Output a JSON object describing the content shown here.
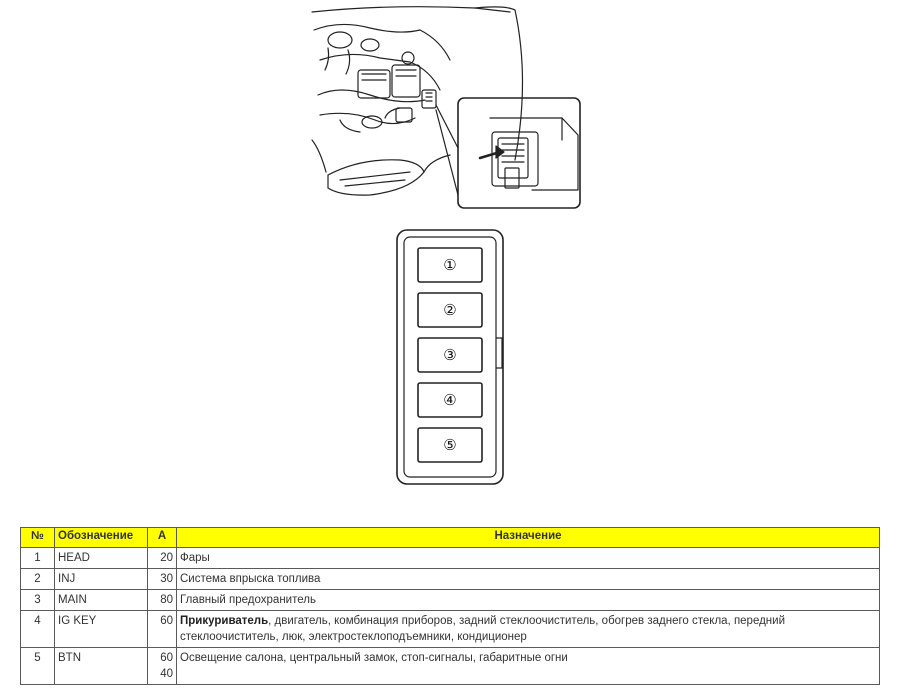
{
  "fuse_box": {
    "slots": [
      "①",
      "②",
      "③",
      "④",
      "⑤"
    ]
  },
  "table": {
    "headers": {
      "num": "№",
      "code": "Обозначение",
      "amp": "A",
      "desc": "Назначение"
    },
    "rows": [
      {
        "num": "1",
        "code": "HEAD",
        "amp": "20",
        "desc": "Фары"
      },
      {
        "num": "2",
        "code": "INJ",
        "amp": "30",
        "desc": "Система впрыска топлива"
      },
      {
        "num": "3",
        "code": "MAIN",
        "amp": "80",
        "desc": "Главный предохранитель"
      },
      {
        "num": "4",
        "code": "IG KEY",
        "amp": "60",
        "desc_bold": "Прикуриватель",
        "desc_rest": ", двигатель, комбинация приборов, задний стеклоочиститель, обогрев заднего стекла, передний стеклоочиститель, люк, электростеклоподъемники, кондиционер"
      },
      {
        "num": "5",
        "code": "BTN",
        "amp_1": "60",
        "amp_2": "40",
        "desc": "Освещение салона, центральный замок, стоп-сигналы, габаритные огни"
      }
    ]
  }
}
